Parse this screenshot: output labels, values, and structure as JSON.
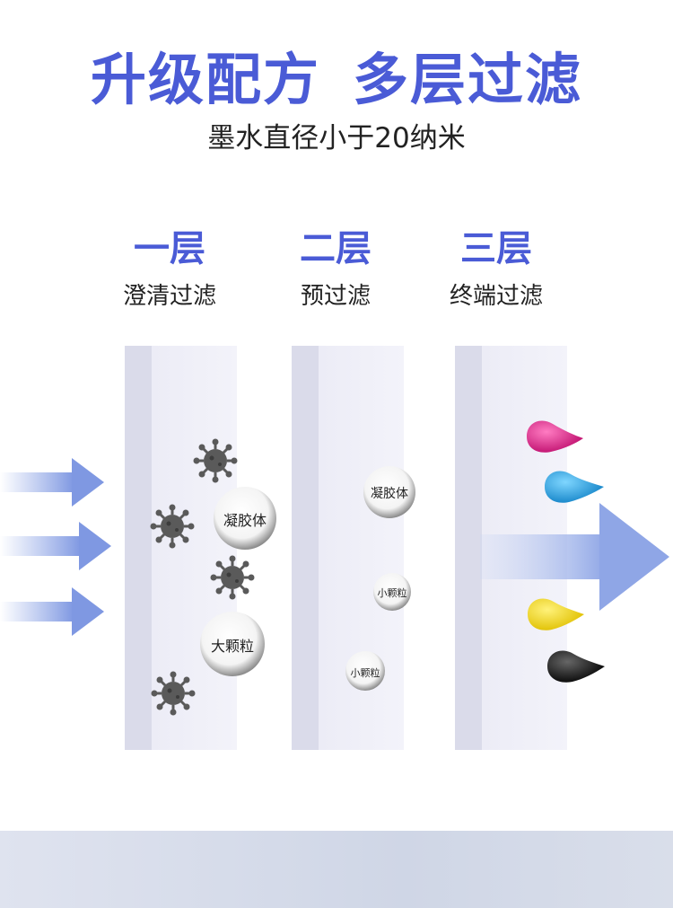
{
  "header": {
    "title_part1": "升级配方",
    "title_part2": "多层过滤",
    "subtitle": "墨水直径小于20纳米"
  },
  "layers": [
    {
      "name": "一层",
      "desc": "澄清过滤"
    },
    {
      "name": "二层",
      "desc": "预过滤"
    },
    {
      "name": "三层",
      "desc": "终端过滤"
    }
  ],
  "particles": {
    "colloid": "凝胶体",
    "large": "大颗粒",
    "small": "小颗粒"
  },
  "colors": {
    "accent": "#4a5bd6",
    "arrow": "#8fa6e6",
    "magenta": "#d6157f",
    "cyan": "#1ea0e0",
    "yellow": "#f2d500",
    "black": "#111111"
  }
}
